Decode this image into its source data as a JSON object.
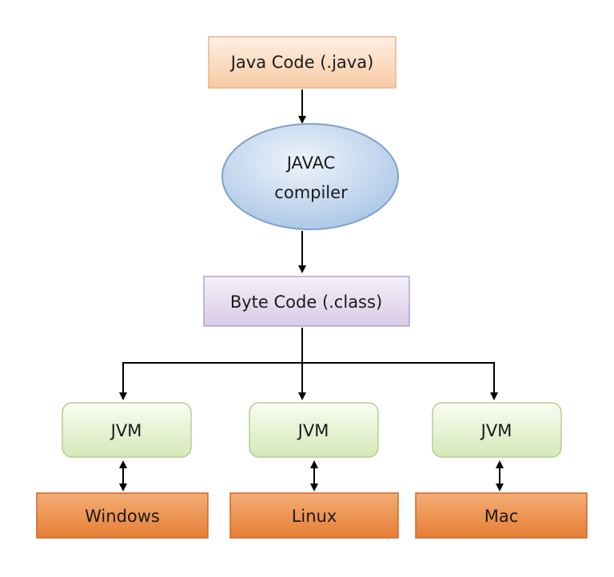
{
  "nodes": {
    "source": {
      "label": "Java Code (.java)"
    },
    "compiler": {
      "line1": "JAVAC",
      "line2": "compiler"
    },
    "bytecode": {
      "label": "Byte Code (.class)"
    },
    "jvms": [
      {
        "label": "JVM"
      },
      {
        "label": "JVM"
      },
      {
        "label": "JVM"
      }
    ],
    "platforms": [
      {
        "label": "Windows"
      },
      {
        "label": "Linux"
      },
      {
        "label": "Mac"
      }
    ]
  },
  "colors": {
    "source_fill": "#fbdcc2",
    "compiler_fill": "#c7d9ee",
    "bytecode_fill": "#e6deef",
    "jvm_fill": "#e8f2d6",
    "platform_fill": "#ec8d48"
  }
}
